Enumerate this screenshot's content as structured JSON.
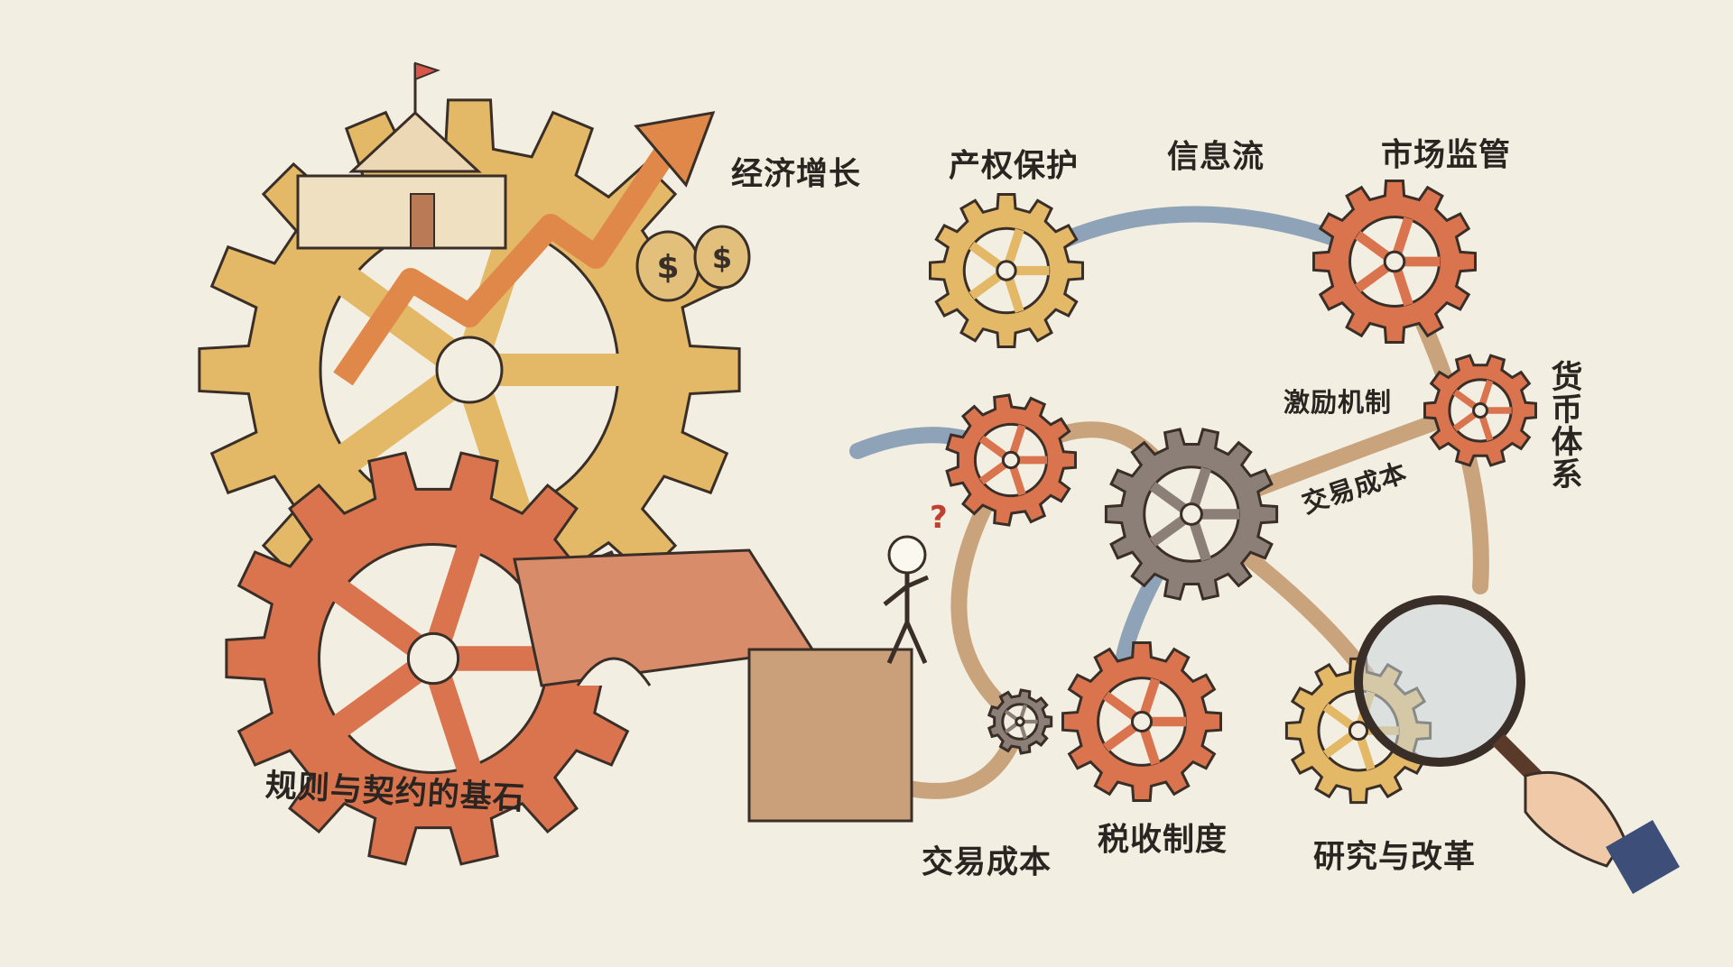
{
  "labels": {
    "economic_growth": "经济增长",
    "property_rights": "产权保护",
    "information_flow": "信息流",
    "market_regulation": "市场监管",
    "monetary_system": "货币体系",
    "incentive_mechanism": "激励机制",
    "transaction_cost_middle": "交易成本",
    "foundation": "规则与契约的基石",
    "transaction_cost_bottom": "交易成本",
    "tax_system": "税收制度",
    "research_reform": "研究与改革"
  },
  "colors": {
    "background": "#f3eee2",
    "gear_gold": "#e3b866",
    "gear_red": "#d9744e",
    "gear_gray": "#8c7f78",
    "pipe": "#c9a37c",
    "pipe_blue": "#8fa3b8",
    "arrow": "#e0884a",
    "ink": "#2a2520"
  }
}
